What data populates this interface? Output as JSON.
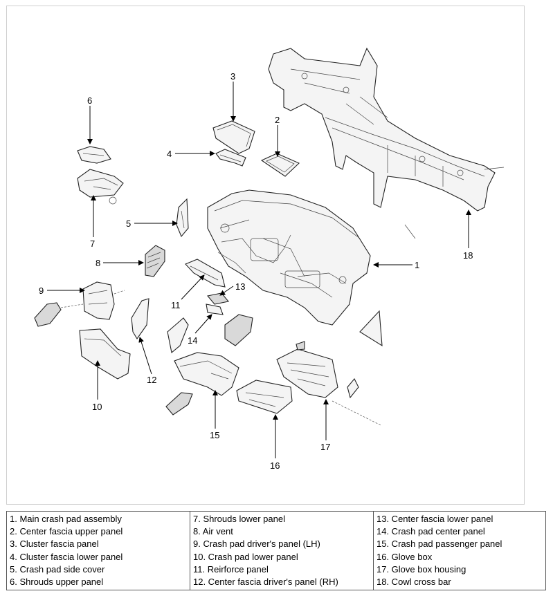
{
  "diagram": {
    "callouts": [
      "1",
      "2",
      "3",
      "4",
      "5",
      "6",
      "7",
      "8",
      "9",
      "10",
      "11",
      "12",
      "13",
      "14",
      "15",
      "16",
      "17",
      "18"
    ]
  },
  "legend": {
    "columns": [
      [
        "1. Main crash pad assembly",
        "2. Center fascia upper panel",
        "3. Cluster fascia panel",
        "4. Cluster fascia lower panel",
        "5. Crash pad side cover",
        "6. Shrouds upper panel"
      ],
      [
        "7. Shrouds lower panel",
        "8. Air vent",
        "9. Crash pad driver's panel (LH)",
        "10. Crash pad lower panel",
        "11. Reirforce panel",
        "12. Center fascia driver's panel (RH)"
      ],
      [
        "13. Center fascia lower panel",
        "14. Crash pad center panel",
        "15. Crash pad passenger panel",
        "16. Glove box",
        "17. Glove box housing",
        "18. Cowl cross bar"
      ]
    ]
  }
}
